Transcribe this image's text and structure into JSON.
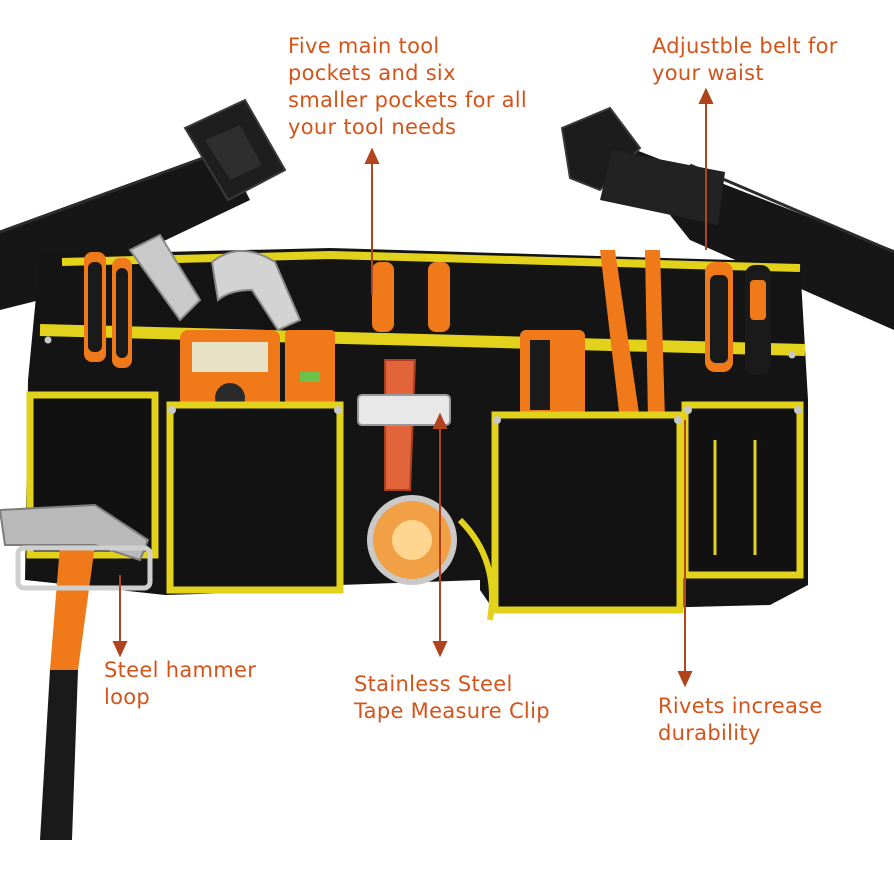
{
  "callouts": {
    "pockets": "Five main tool\npockets and six\nsmaller pockets for all\nyour tool needs",
    "belt": "Adjustble belt for\nyour waist",
    "hammer": "Steel hammer\nloop",
    "clip": "Stainless Steel\nTape Measure Clip",
    "rivets": "Rivets increase\ndurability"
  },
  "colors": {
    "callout_text": "#d4541a",
    "arrow": "#b0441c",
    "fabric": "#141414",
    "trim": "#e3d21c",
    "handle_orange": "#f07a1a"
  }
}
